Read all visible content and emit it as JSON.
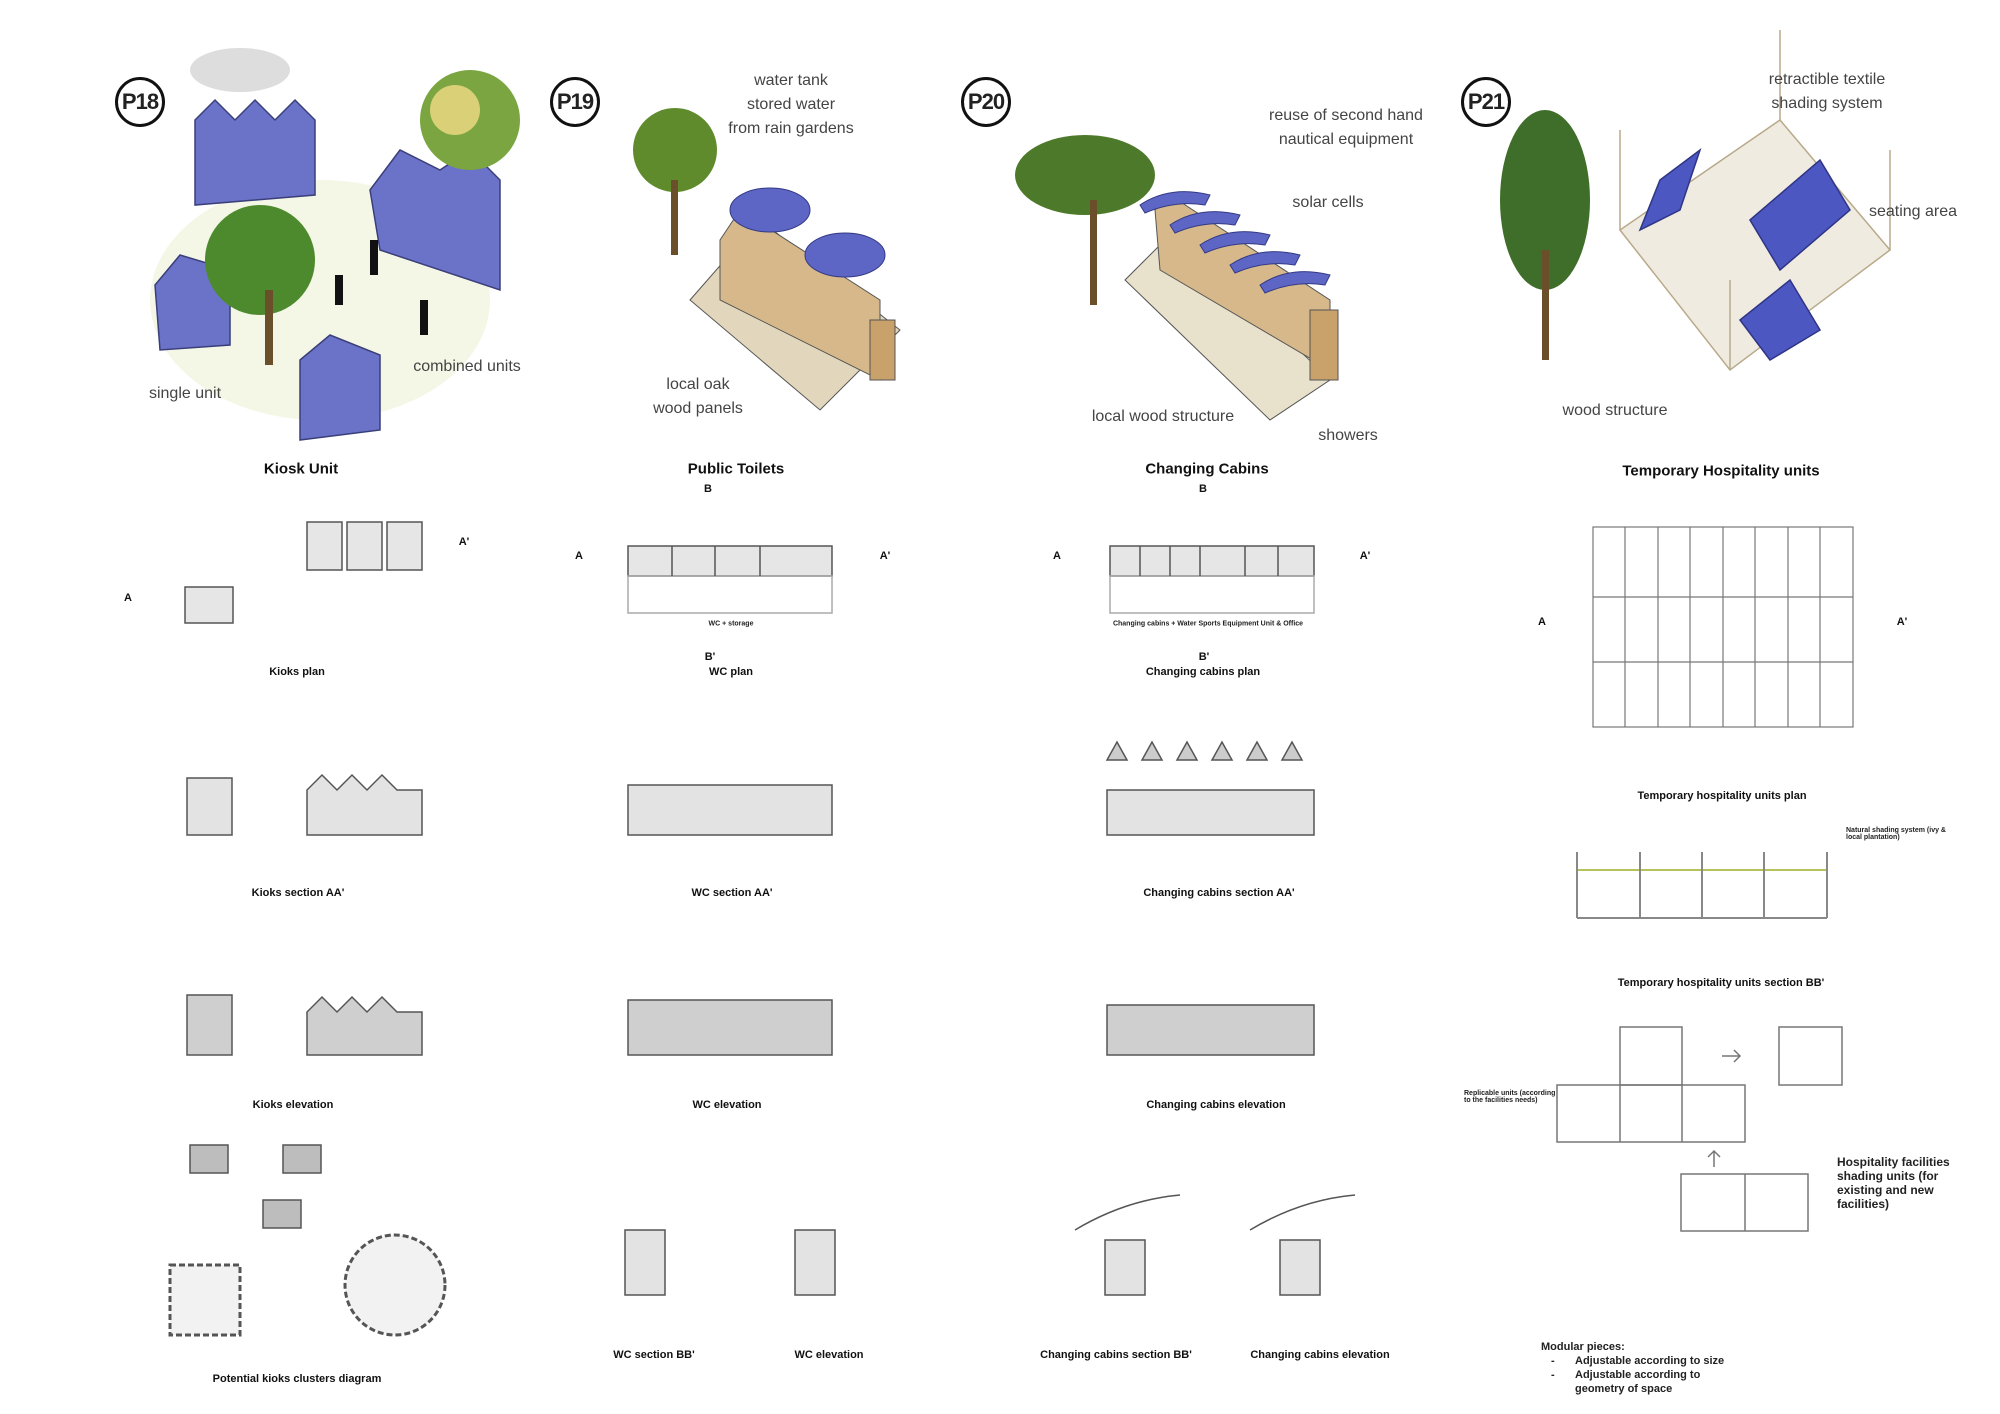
{
  "panels": [
    {
      "id": "P18",
      "title": "Kiosk Unit",
      "labels": [
        "single unit",
        "combined units"
      ],
      "plan_caption": "Kioks plan",
      "section_caption": "Kioks section AA'",
      "elevation_caption": "Kioks elevation",
      "diagram_caption": "Potential kioks clusters diagram",
      "axis": {
        "a": "A",
        "a_prime": "A'"
      }
    },
    {
      "id": "P19",
      "title": "Public Toilets",
      "labels": [
        "water tank\nstored water\nfrom rain gardens",
        "local oak\nwood panels"
      ],
      "plan_note": "WC + storage",
      "plan_caption": "WC plan",
      "section_caption": "WC section AA'",
      "elevation_caption": "WC elevation",
      "section_bb_caption": "WC section BB'",
      "elevation2_caption": "WC elevation",
      "axis": {
        "a": "A",
        "a_prime": "A'",
        "b": "B",
        "b_prime": "B'"
      }
    },
    {
      "id": "P20",
      "title": "Changing Cabins",
      "labels": [
        "reuse of second hand\nnautical equipment",
        "solar cells",
        "local wood structure",
        "showers"
      ],
      "plan_note": "Changing cabins + Water Sports Equipment Unit & Office",
      "plan_caption": "Changing cabins plan",
      "section_caption": "Changing cabins section AA'",
      "elevation_caption": "Changing cabins elevation",
      "section_bb_caption": "Changing cabins section BB'",
      "elevation2_caption": "Changing cabins elevation",
      "axis": {
        "a": "A",
        "a_prime": "A'",
        "b": "B",
        "b_prime": "B'"
      }
    },
    {
      "id": "P21",
      "title": "Temporary Hospitality units",
      "labels": [
        "retractible textile\nshading system",
        "seating area",
        "wood structure"
      ],
      "plan_caption": "Temporary hospitality units plan",
      "section_note": "Natural shading system (ivy & local plantation)",
      "section_caption": "Temporary hospitality units section BB'",
      "replicable_note": "Replicable units (according to the facilities needs)",
      "shading_note": "Hospitality facilities shading units (for existing and new facilities)",
      "modular_title": "Modular pieces:",
      "modular_items": [
        "Adjustable according to size",
        "Adjustable according to geometry of space"
      ],
      "axis": {
        "a": "A",
        "a_prime": "A'"
      }
    }
  ],
  "colors": {
    "module_blue": "#6b73c9",
    "tree_green": "#4d8a2e",
    "line_grey": "#888888",
    "fill_grey": "#d9d9d9"
  }
}
